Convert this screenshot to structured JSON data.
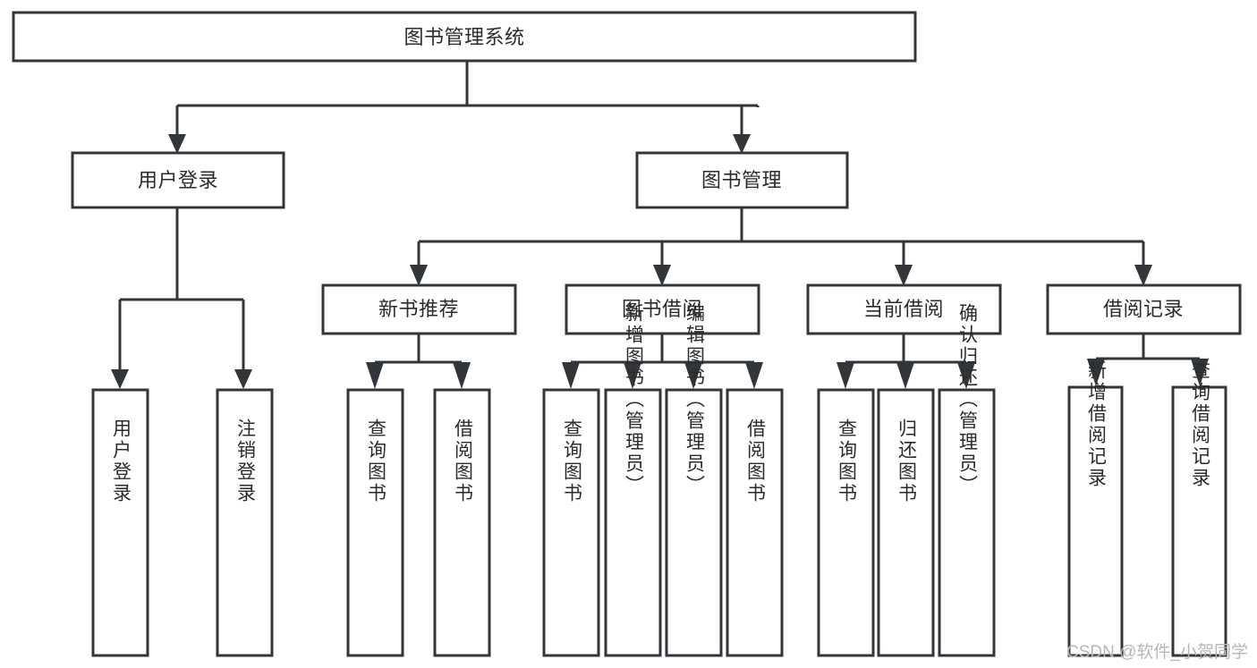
{
  "diagram": {
    "type": "tree-hierarchy-flowchart",
    "title": "图书管理系统",
    "background_color": "#ffffff",
    "line_color": "#32363a",
    "box_fill": "#ffffff",
    "text_color": "#2b2b2b",
    "root": {
      "id": "root",
      "label": "图书管理系统",
      "orientation": "horizontal"
    },
    "level2": [
      {
        "id": "user-login",
        "label": "用户登录",
        "orientation": "horizontal"
      },
      {
        "id": "book-management",
        "label": "图书管理",
        "orientation": "horizontal"
      }
    ],
    "level3": [
      {
        "id": "new-book-recommend",
        "label": "新书推荐",
        "orientation": "horizontal",
        "parent": "book-management"
      },
      {
        "id": "book-borrow",
        "label": "图书借阅",
        "orientation": "horizontal",
        "parent": "book-management"
      },
      {
        "id": "current-borrow",
        "label": "当前借阅",
        "orientation": "horizontal",
        "parent": "book-management"
      },
      {
        "id": "borrow-record",
        "label": "借阅记录",
        "orientation": "horizontal",
        "parent": "book-management"
      }
    ],
    "leaves": [
      {
        "id": "leaf-user-login",
        "label": "用户登录",
        "orientation": "vertical",
        "parent": "user-login"
      },
      {
        "id": "leaf-user-logout",
        "label": "注销登录",
        "orientation": "vertical",
        "parent": "user-login"
      },
      {
        "id": "leaf-query-book-1",
        "label": "查询图书",
        "orientation": "vertical",
        "parent": "new-book-recommend"
      },
      {
        "id": "leaf-borrow-book-1",
        "label": "借阅图书",
        "orientation": "vertical",
        "parent": "new-book-recommend"
      },
      {
        "id": "leaf-query-book-2",
        "label": "查询图书",
        "orientation": "vertical",
        "parent": "book-borrow"
      },
      {
        "id": "leaf-add-book",
        "label": "新增图书（管理员）",
        "orientation": "vertical",
        "parent": "book-borrow"
      },
      {
        "id": "leaf-edit-book",
        "label": "编辑图书（管理员）",
        "orientation": "vertical",
        "parent": "book-borrow"
      },
      {
        "id": "leaf-borrow-book-2",
        "label": "借阅图书",
        "orientation": "vertical",
        "parent": "book-borrow"
      },
      {
        "id": "leaf-query-book-3",
        "label": "查询图书",
        "orientation": "vertical",
        "parent": "current-borrow"
      },
      {
        "id": "leaf-return-book",
        "label": "归还图书",
        "orientation": "vertical",
        "parent": "current-borrow"
      },
      {
        "id": "leaf-confirm-return",
        "label": "确认归还（管理员）",
        "orientation": "vertical",
        "parent": "current-borrow"
      },
      {
        "id": "leaf-add-record",
        "label": "新增借阅记录",
        "orientation": "vertical",
        "parent": "borrow-record"
      },
      {
        "id": "leaf-query-record",
        "label": "查询借阅记录",
        "orientation": "vertical",
        "parent": "borrow-record"
      }
    ]
  },
  "watermark": {
    "text": "CSDN @软件_小贺同学"
  }
}
